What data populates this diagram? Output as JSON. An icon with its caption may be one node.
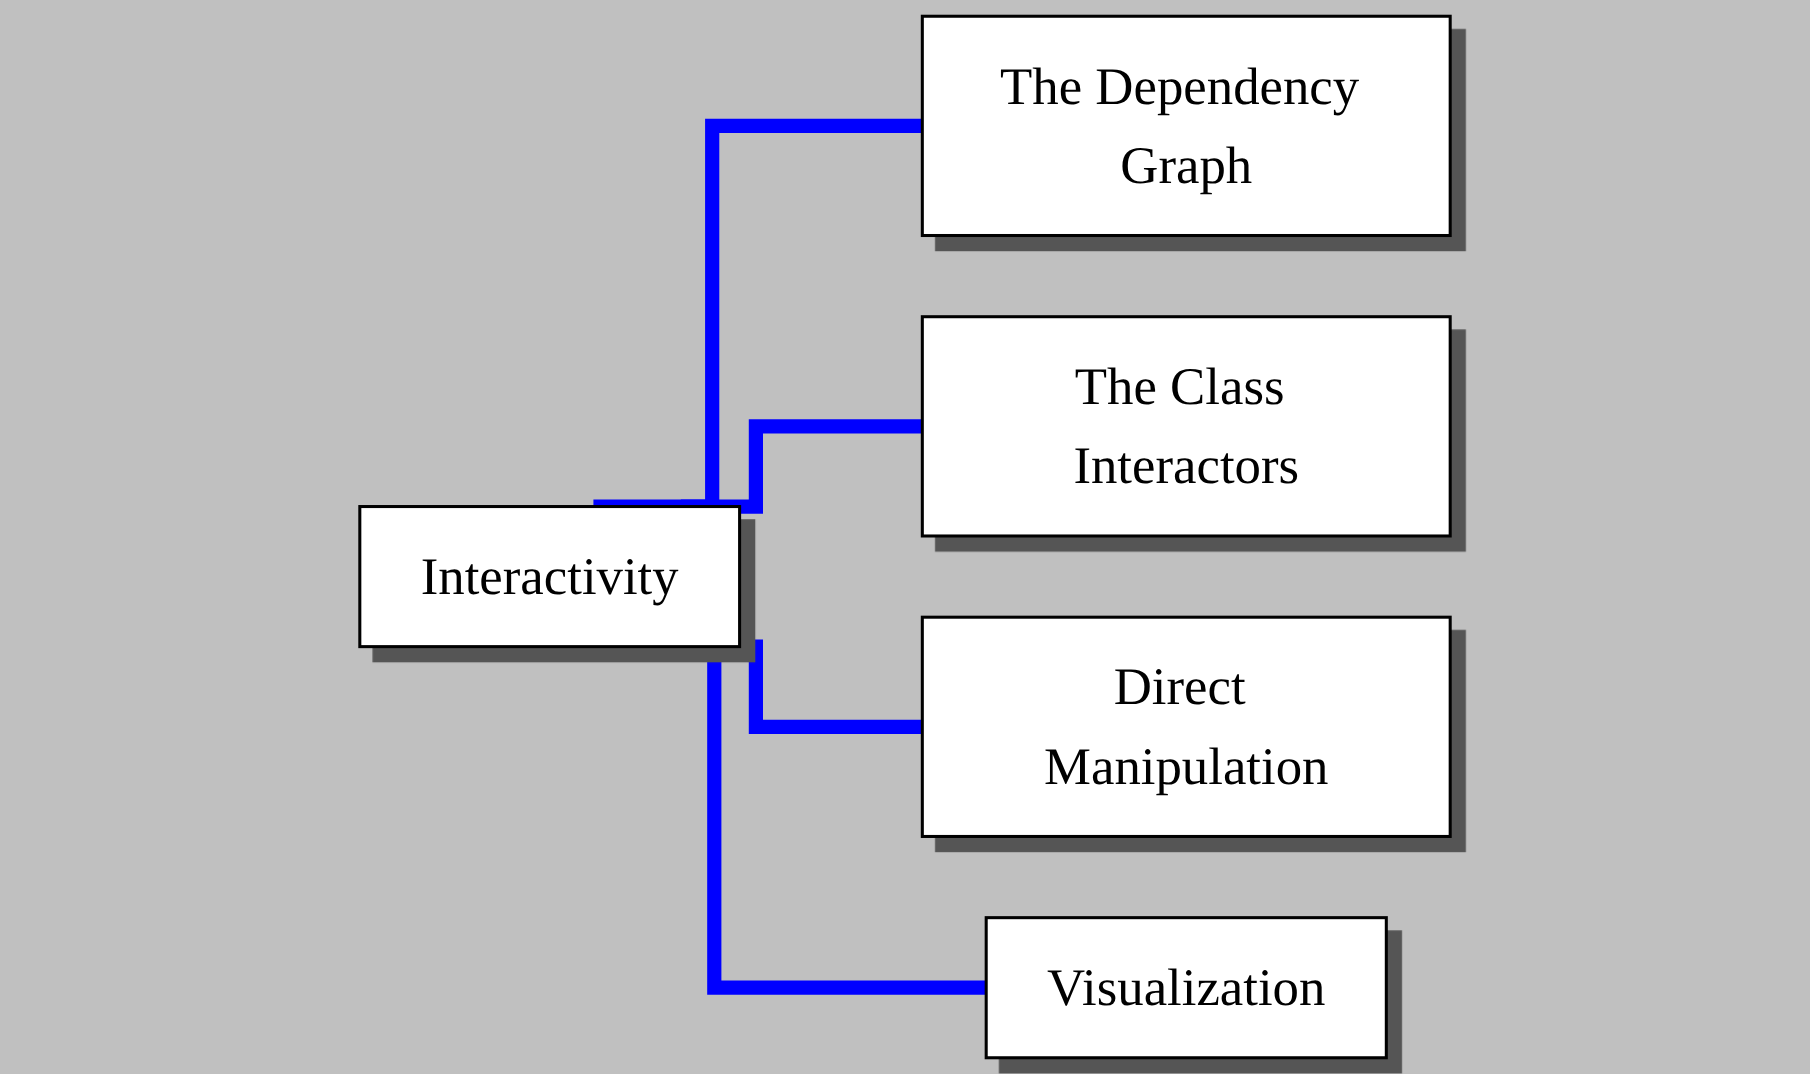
{
  "diagram": {
    "nodes": [
      {
        "text": [
          "Interactivity"
        ]
      },
      {
        "text": [
          "The Dependency Graph"
        ]
      },
      {
        "text": [
          "The Class Interactors"
        ]
      },
      {
        "text": [
          "Direct Manipulation"
        ]
      },
      {
        "text": [
          "Visualization"
        ]
      }
    ],
    "edges": [
      {
        "from": 0,
        "to": 1,
        "arrow": "none"
      },
      {
        "from": 0,
        "to": 2,
        "arrow": "none"
      },
      {
        "from": 0,
        "to": 3,
        "arrow": "none"
      },
      {
        "from": 0,
        "to": 4,
        "arrow": "none"
      }
    ]
  }
}
